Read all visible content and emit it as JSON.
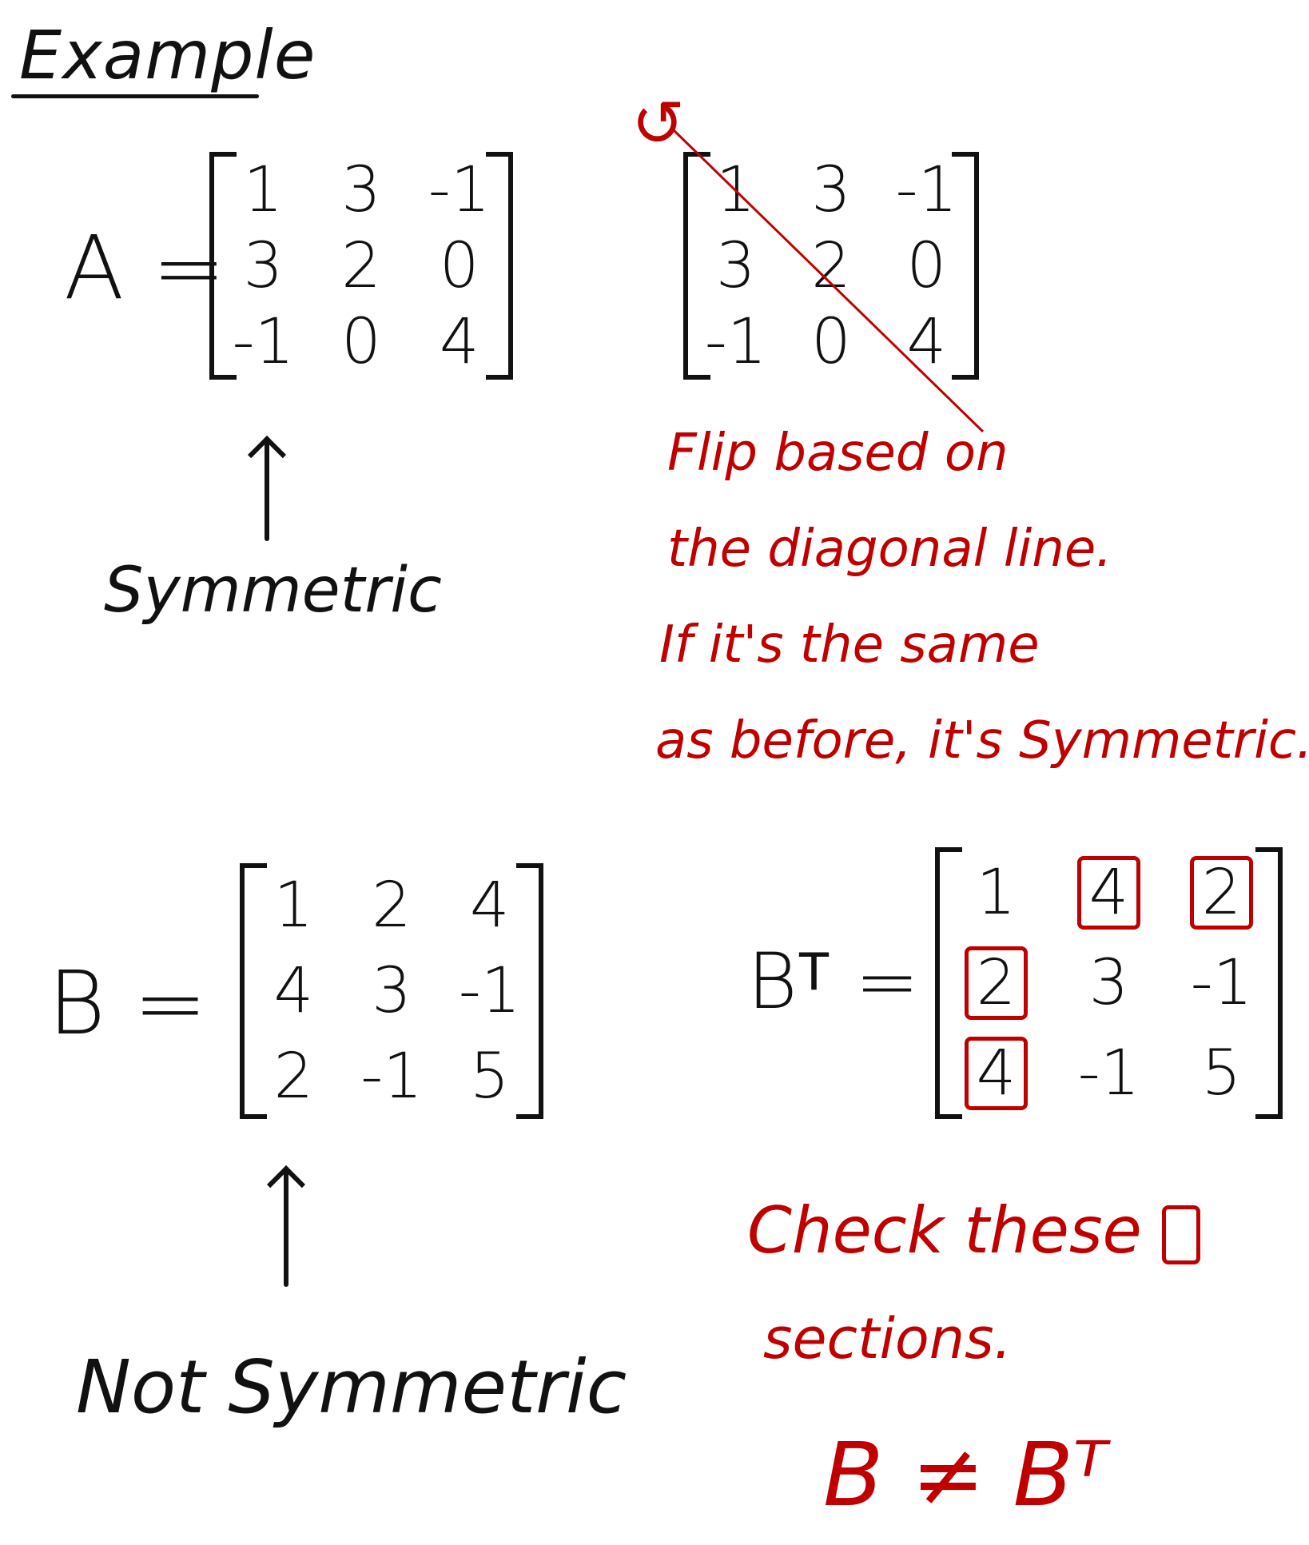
{
  "title": "Example",
  "matrix_a": {
    "label": "A =",
    "rows": [
      [
        "1",
        "3",
        "-1"
      ],
      [
        "3",
        "2",
        "0"
      ],
      [
        "-1",
        "0",
        "4"
      ]
    ],
    "caption": "Symmetric"
  },
  "matrix_a_flip": {
    "rows": [
      [
        "1",
        "3",
        "-1"
      ],
      [
        "3",
        "2",
        "0"
      ],
      [
        "-1",
        "0",
        "4"
      ]
    ],
    "rotate_symbol": "↺"
  },
  "flip_note": {
    "lines": [
      "Flip based on",
      "the diagonal line.",
      "If it's the same",
      "as before, it's Symmetric."
    ]
  },
  "matrix_b": {
    "label": "B =",
    "rows": [
      [
        "1",
        "2",
        "4"
      ],
      [
        "4",
        "3",
        "-1"
      ],
      [
        "2",
        "-1",
        "5"
      ]
    ],
    "caption": "Not Symmetric"
  },
  "matrix_bt": {
    "label": "Bᵀ =",
    "rows": [
      [
        "1",
        "4",
        "2"
      ],
      [
        "2",
        "3",
        "-1"
      ],
      [
        "4",
        "-1",
        "5"
      ]
    ]
  },
  "check_note": {
    "line1": "Check these",
    "line2": "sections."
  },
  "conclusion": "B ≠ Bᵀ",
  "colors": {
    "ink": "#111111",
    "annotation": "#c00000"
  }
}
